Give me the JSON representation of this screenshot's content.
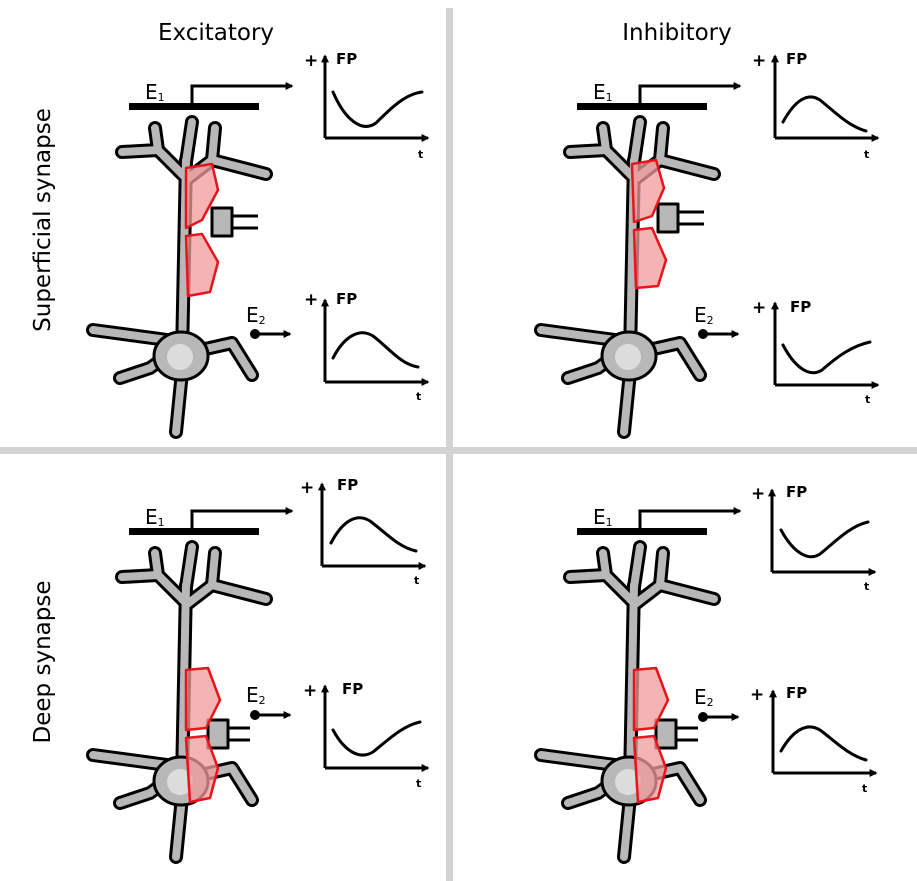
{
  "columns": {
    "left": "Excitatory",
    "right": "Inhibitory"
  },
  "rows": {
    "top": "Superficial synapse",
    "bottom": "Deep synapse"
  },
  "labels": {
    "electrode1_main": "E",
    "electrode1_sub": "1",
    "electrode2_main": "E",
    "electrode2_sub": "2",
    "fp": "FP",
    "plus": "+",
    "time": "t"
  },
  "colors": {
    "divider": "#d3d3d3",
    "neuron_fill": "#b8b8b8",
    "neuron_outline": "#000000",
    "soma_highlight": "#dcdcdc",
    "current_loop": "#e8141b",
    "current_fill": "#f29a9a"
  },
  "panels": [
    {
      "id": "superficial-excitatory",
      "row": "top",
      "column": "left",
      "synapse": "superficial",
      "fp_e1": "negative",
      "fp_e2": "positive"
    },
    {
      "id": "superficial-inhibitory",
      "row": "top",
      "column": "right",
      "synapse": "superficial",
      "fp_e1": "positive",
      "fp_e2": "negative"
    },
    {
      "id": "deep-excitatory",
      "row": "bottom",
      "column": "left",
      "synapse": "deep",
      "fp_e1": "positive",
      "fp_e2": "negative"
    },
    {
      "id": "deep-inhibitory",
      "row": "bottom",
      "column": "right",
      "synapse": "deep",
      "fp_e1": "negative",
      "fp_e2": "positive"
    }
  ]
}
